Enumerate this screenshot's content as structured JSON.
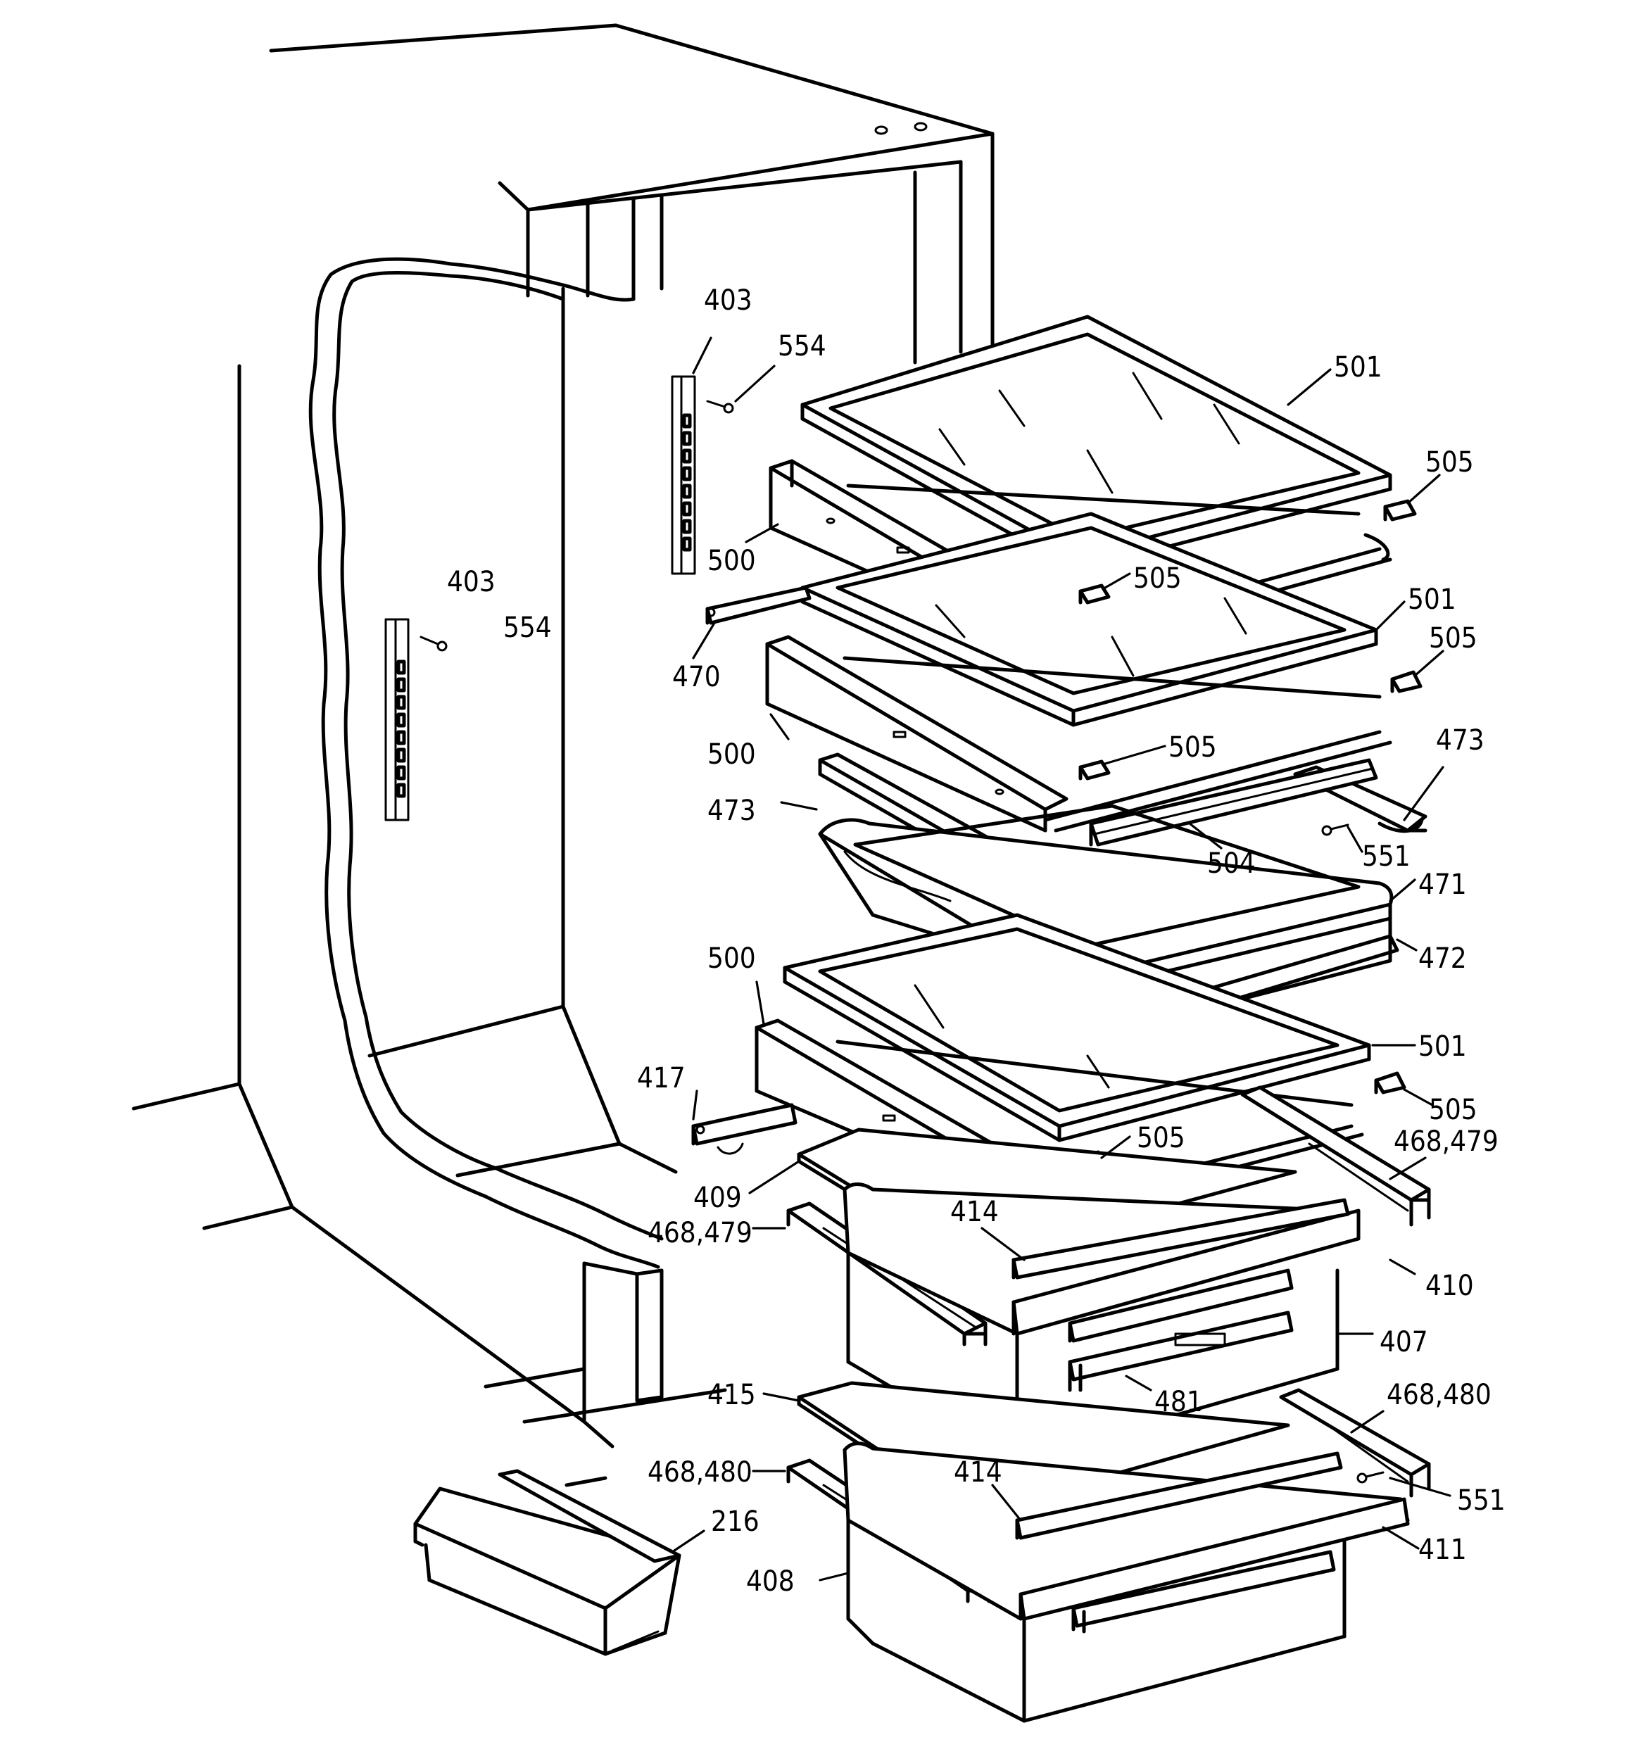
{
  "callouts": {
    "c403a": "403",
    "c554a": "554",
    "c403b": "403",
    "c554b": "554",
    "c501a": "501",
    "c505a": "505",
    "c500a": "500",
    "c505b": "505",
    "c501b": "501",
    "c505c": "505",
    "c470": "470",
    "c500b": "500",
    "c505d": "505",
    "c473a": "473",
    "c473b": "473",
    "c504": "504",
    "c551a": "551",
    "c471": "471",
    "c472": "472",
    "c500c": "500",
    "c501c": "501",
    "c417": "417",
    "c505e": "505",
    "c505f": "505",
    "c468_479a": "468,479",
    "c409": "409",
    "c414a": "414",
    "c468_479b": "468,479",
    "c410": "410",
    "c407": "407",
    "c481": "481",
    "c415": "415",
    "c468_480a": "468,480",
    "c468_480b": "468,480",
    "c414b": "414",
    "c551b": "551",
    "c216": "216",
    "c411": "411",
    "c408": "408"
  }
}
